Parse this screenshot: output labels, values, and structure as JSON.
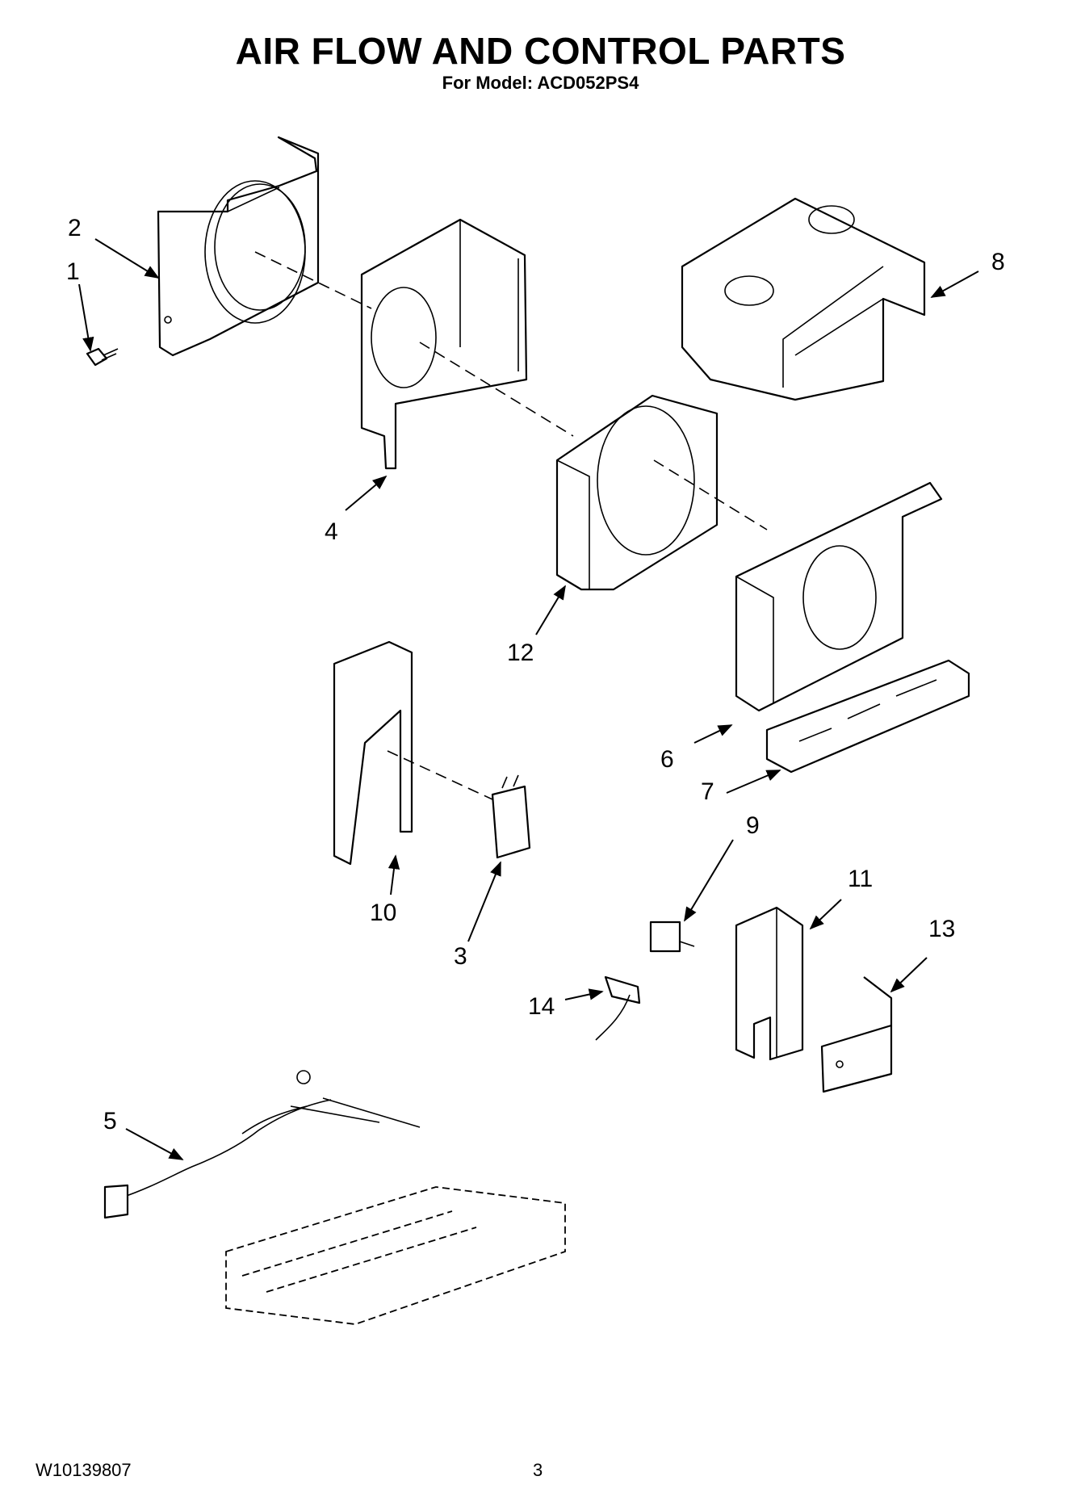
{
  "title": "AIR FLOW AND CONTROL PARTS",
  "subtitle": "For Model: ACD052PS4",
  "footer": {
    "doc_number": "W10139807",
    "page": "3"
  },
  "callouts": [
    "1",
    "2",
    "3",
    "4",
    "5",
    "6",
    "7",
    "8",
    "9",
    "10",
    "11",
    "12",
    "13",
    "14"
  ]
}
